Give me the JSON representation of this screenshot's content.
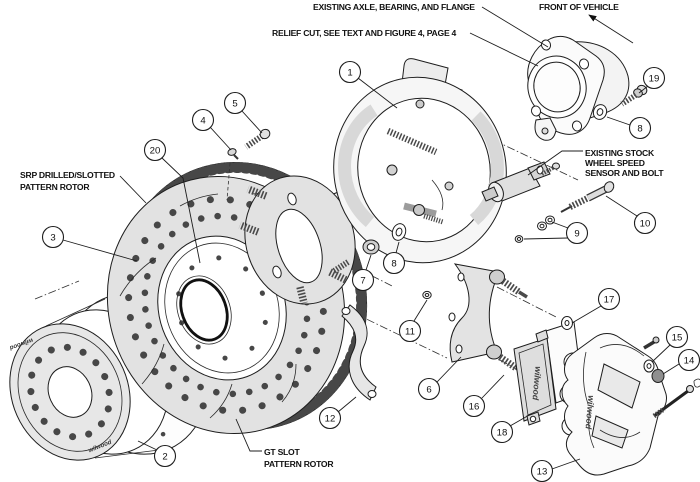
{
  "figure": {
    "labels": {
      "axle": "EXISTING AXLE, BEARING, AND FLANGE",
      "front_of_vehicle": "FRONT OF VEHICLE",
      "relief_cut": "RELIEF CUT, SEE TEXT AND FIGURE 4, PAGE 4",
      "srp_rotor_1": "SRP DRILLED/SLOTTED",
      "srp_rotor_2": "PATTERN ROTOR",
      "sensor_1": "EXISTING STOCK",
      "sensor_2": "WHEEL SPEED",
      "sensor_3": "SENSOR AND BOLT",
      "gt_rotor_1": "GT SLOT",
      "gt_rotor_2": "PATTERN ROTOR"
    },
    "brand_text": "wilwood",
    "callouts": [
      {
        "n": "1"
      },
      {
        "n": "2"
      },
      {
        "n": "3"
      },
      {
        "n": "4"
      },
      {
        "n": "5"
      },
      {
        "n": "6"
      },
      {
        "n": "7"
      },
      {
        "n": "8"
      },
      {
        "n": "8"
      },
      {
        "n": "9"
      },
      {
        "n": "10"
      },
      {
        "n": "11"
      },
      {
        "n": "12"
      },
      {
        "n": "13"
      },
      {
        "n": "14"
      },
      {
        "n": "15"
      },
      {
        "n": "16"
      },
      {
        "n": "17"
      },
      {
        "n": "18"
      },
      {
        "n": "19"
      },
      {
        "n": "20"
      }
    ],
    "colors": {
      "line": "#1d1d1d",
      "part_fill": "#e2e2e2",
      "background": "#ffffff"
    }
  }
}
